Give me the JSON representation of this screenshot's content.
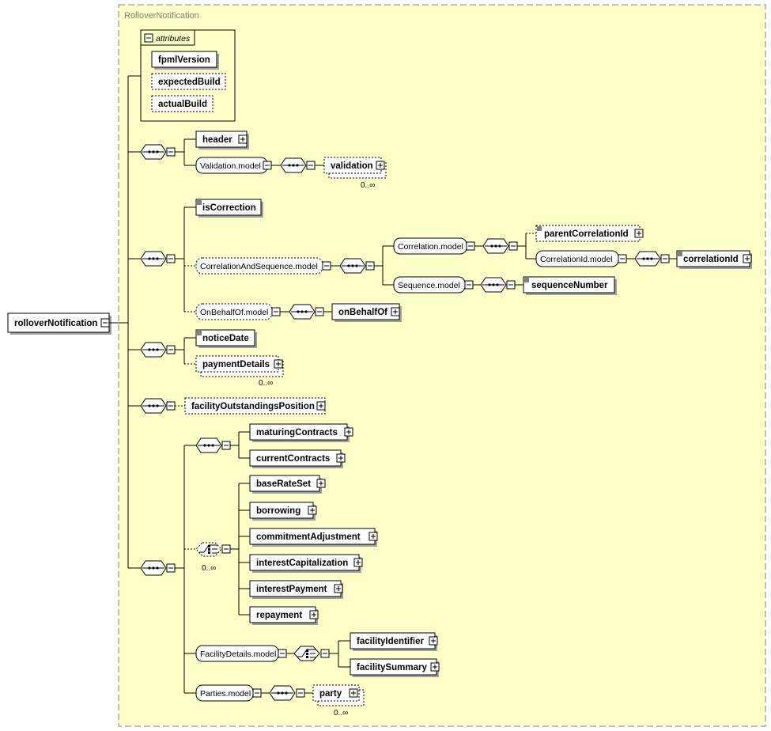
{
  "diagram": {
    "container_label": "RolloverNotification",
    "root": "rolloverNotification",
    "attributes_label": "attributes",
    "attributes": [
      "fpmlVersion",
      "expectedBuild",
      "actualBuild"
    ],
    "elements": {
      "header": "header",
      "validation_model": "Validation.model",
      "validation": "validation",
      "validation_occ": "0..∞",
      "isCorrection": "isCorrection",
      "corr_seq_model": "CorrelationAndSequence.model",
      "correlation_model": "Correlation.model",
      "parentCorrelationId": "parentCorrelationId",
      "correlationId_model": "CorrelationId.model",
      "correlationId": "correlationId",
      "sequence_model": "Sequence.model",
      "sequenceNumber": "sequenceNumber",
      "onBehalfOf_model": "OnBehalfOf.model",
      "onBehalfOf": "onBehalfOf",
      "noticeDate": "noticeDate",
      "paymentDetails": "paymentDetails",
      "paymentDetails_occ": "0..∞",
      "facilityOutstandingsPosition": "facilityOutstandingsPosition",
      "maturingContracts": "maturingContracts",
      "currentContracts": "currentContracts",
      "choice_occ": "0..∞",
      "baseRateSet": "baseRateSet",
      "borrowing": "borrowing",
      "commitmentAdjustment": "commitmentAdjustment",
      "interestCapitalization": "interestCapitalization",
      "interestPayment": "interestPayment",
      "repayment": "repayment",
      "facilityDetails_model": "FacilityDetails.model",
      "facilityIdentifier": "facilityIdentifier",
      "facilitySummary": "facilitySummary",
      "parties_model": "Parties.model",
      "party": "party",
      "party_occ": "0..∞"
    }
  }
}
